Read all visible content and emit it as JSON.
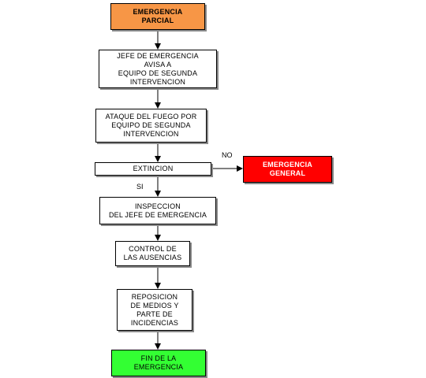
{
  "nodes": {
    "partial": {
      "text": "EMERGENCIA\nPARCIAL",
      "color": "#f79646"
    },
    "chief_alert": {
      "text": "JEFE DE EMERGENCIA\nAVISA A\nEQUIPO DE SEGUNDA\nINTERVENCION"
    },
    "attack": {
      "text": "ATAQUE DEL FUEGO POR\nEQUIPO DE SEGUNDA\nINTERVENCION"
    },
    "extinction": {
      "text": "EXTINCION"
    },
    "general": {
      "text": "EMERGENCIA\nGENERAL",
      "color": "#ff0000"
    },
    "inspection": {
      "text": "INSPECCION\nDEL JEFE DE EMERGENCIA"
    },
    "absences": {
      "text": "CONTROL DE\nLAS AUSENCIAS"
    },
    "replacement": {
      "text": "REPOSICION\nDE MEDIOS Y\nPARTE DE\nINCIDENCIAS"
    },
    "end": {
      "text": "FIN DE LA\nEMERGENCIA",
      "color": "#33ff33"
    }
  },
  "edges": {
    "no_label": "NO",
    "yes_label": "SI"
  }
}
